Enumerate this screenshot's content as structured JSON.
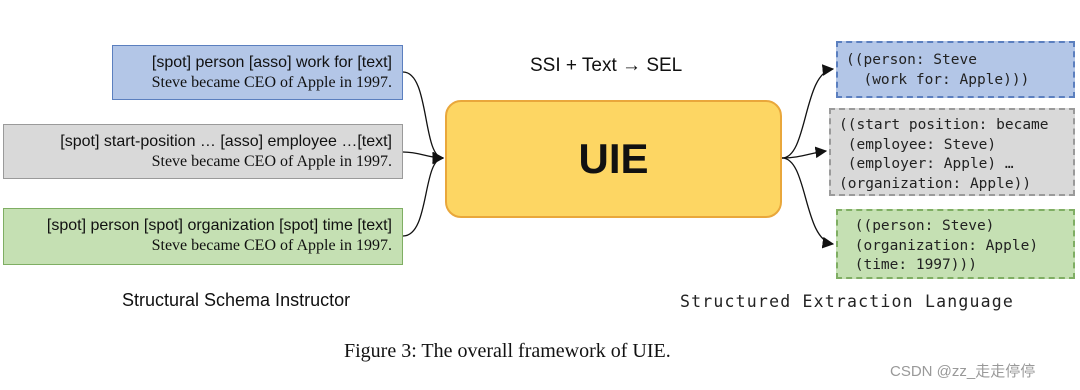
{
  "colors": {
    "blue_fill": "#b3c6e7",
    "blue_border": "#5b7fbf",
    "gray_fill": "#d9d9d9",
    "gray_border": "#9a9a9a",
    "green_fill": "#c5e0b3",
    "green_border": "#7fae63",
    "uie_fill": "#fdd663",
    "uie_border": "#e9a73b"
  },
  "header": "SSI + Text → SEL",
  "inputs": [
    {
      "schema": "[spot] person [asso] work for [text]",
      "text": "Steve became CEO of Apple in 1997."
    },
    {
      "schema": "[spot] start-position … [asso] employee …[text]",
      "text": "Steve became CEO of Apple in 1997."
    },
    {
      "schema": "[spot] person [spot] organization [spot] time [text]",
      "text": "Steve became CEO of Apple in 1997."
    }
  ],
  "model_label": "UIE",
  "outputs": [
    {
      "lines": [
        "((person: Steve",
        "  (work for: Apple)))"
      ]
    },
    {
      "lines": [
        "((start position: became",
        " (employee: Steve)",
        " (employer: Apple) …",
        "(organization: Apple))"
      ]
    },
    {
      "lines": [
        " ((person: Steve)",
        " (organization: Apple)",
        " (time: 1997)))"
      ]
    }
  ],
  "left_caption": "Structural Schema Instructor",
  "right_caption": "Structured Extraction Language",
  "figure_caption": "Figure 3: The overall framework of UIE.",
  "watermark": "CSDN @zz_走走停停"
}
